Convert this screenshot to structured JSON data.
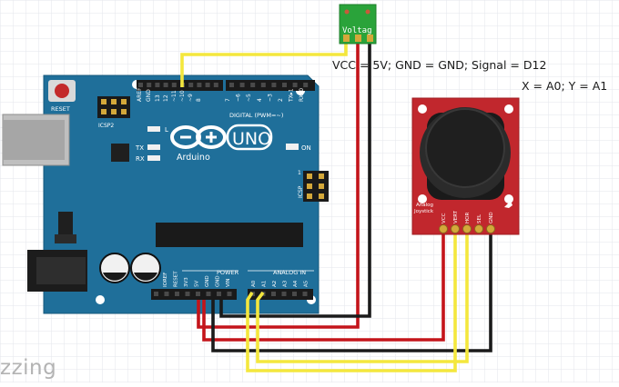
{
  "annotations": {
    "line1": "VCC = 5V; GND = GND; Signal = D12",
    "line2": "X = A0; Y = A1"
  },
  "arduino": {
    "reset_label": "RESET",
    "icsp2_label": "ICSP2",
    "icsp_label": "ICSP",
    "aref_label": "AREF",
    "gnd_label": "GND",
    "digital_label": "DIGITAL (PWM=~)",
    "tx_label": "TX",
    "rx_label": "RX",
    "l_label": "L",
    "on_label": "ON",
    "uno_label": "UNO",
    "arduino_label": "Arduino",
    "power_label": "POWER",
    "analog_label": "ANALOG IN",
    "num_1": "1",
    "digital_pins": [
      "13",
      "12",
      "~11",
      "~10",
      "~9",
      "8",
      "7",
      "~6",
      "~5",
      "4",
      "~3",
      "2",
      "TX▸1",
      "RX◂0"
    ],
    "power_pins": [
      "IOREF",
      "RESET",
      "3V3",
      "5V",
      "GND",
      "GND",
      "VIN"
    ],
    "analog_pins": [
      "A0",
      "A1",
      "A2",
      "A3",
      "A4",
      "A5"
    ]
  },
  "sensor": {
    "label": "Voltag"
  },
  "joystick": {
    "label_line1": "Analog",
    "label_line2": "Joystick",
    "pins": [
      "VCC",
      "VERT",
      "HOR",
      "SEL",
      "GND"
    ]
  },
  "branding": {
    "text": "zzing"
  },
  "colors": {
    "board": "#1f6f9a",
    "joystick_board": "#c1272d",
    "wire_red": "#c4141a",
    "wire_black": "#1a1a1a",
    "wire_yellow": "#f4e73d",
    "sensor": "#2aa33a"
  }
}
